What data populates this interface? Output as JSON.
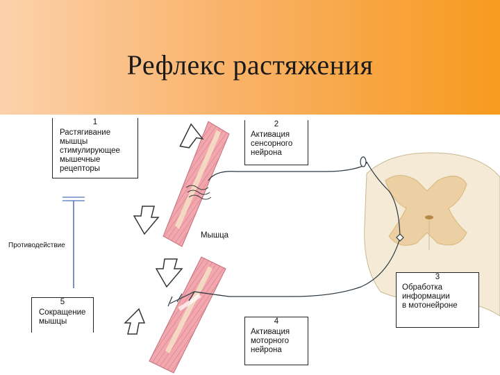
{
  "header": {
    "title": "Рефлекс растяжения"
  },
  "boxes": {
    "b1": {
      "num": "1",
      "text": "Растягивание\nмышцы\nстимулирующее\nмышечные\nрецепторы"
    },
    "b2": {
      "num": "2",
      "text": "Активация\nсенсорного\nнейрона"
    },
    "b3": {
      "num": "3",
      "text": "Обработка\nинформации\nв мотонейроне"
    },
    "b4": {
      "num": "4",
      "text": "Активация\nмоторного\nнейрона"
    },
    "b5": {
      "num": "5",
      "text": "Сокращение\nмышцы"
    }
  },
  "labels": {
    "counteraction": "Противодействие",
    "muscle": "Мышца"
  },
  "colors": {
    "header_left": "#fcd2ac",
    "header_right": "#f79a1e",
    "muscle": "#f2a7ae",
    "spinal_cord": "#f4ead6",
    "gray_matter": "#ecd0a4"
  }
}
